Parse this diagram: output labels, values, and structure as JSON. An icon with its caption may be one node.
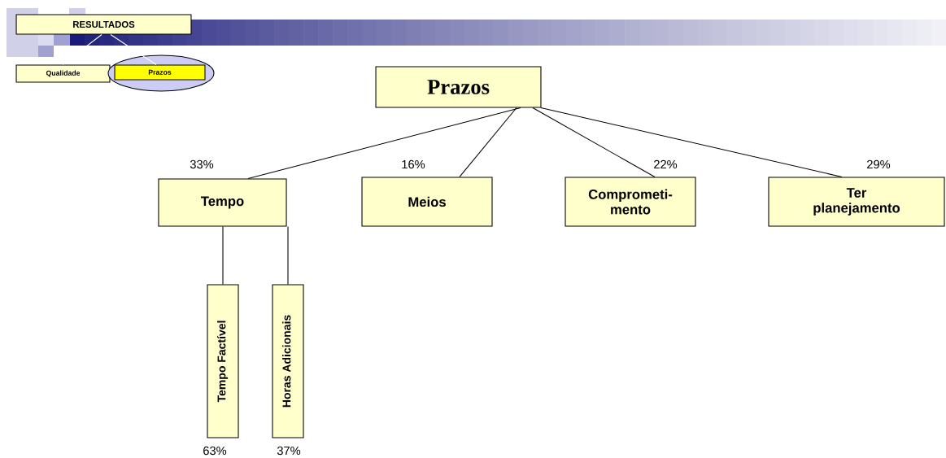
{
  "diagram": {
    "nodes": [
      {
        "text": [
          "RESULTADOS"
        ]
      },
      {
        "text": [
          "Qualidade"
        ]
      },
      {
        "text": [],
        "shape": "ellipse"
      },
      {
        "text": [
          "Prazos"
        ],
        "in": 2
      },
      {
        "text": [
          "Prazos"
        ]
      },
      {
        "text": [
          "Tempo"
        ],
        "beside": [
          "33%"
        ]
      },
      {
        "text": [
          "Meios"
        ],
        "beside": [
          "16%"
        ]
      },
      {
        "text": [
          "Comprometi- mento"
        ],
        "beside": [
          "22%"
        ]
      },
      {
        "text": [
          "Ter planejamento"
        ],
        "beside": [
          "29%"
        ]
      },
      {
        "text": [
          "Tempo Factível"
        ],
        "beside": [
          "63%"
        ]
      },
      {
        "text": [
          "Horas Adicionais"
        ],
        "beside": [
          "37%"
        ]
      }
    ],
    "edges": [
      {
        "from": 0,
        "to": 1,
        "arrow": "none",
        "color": "#ffffff"
      },
      {
        "from": 0,
        "to": 3,
        "arrow": "none",
        "color": "#ffffff"
      },
      {
        "from": 4,
        "to": 5,
        "arrow": "none"
      },
      {
        "from": 4,
        "to": 6,
        "arrow": "none"
      },
      {
        "from": 4,
        "to": 7,
        "arrow": "none"
      },
      {
        "from": 4,
        "to": 8,
        "arrow": "none"
      },
      {
        "from": 5,
        "to": 9,
        "arrow": "none"
      },
      {
        "from": 5,
        "to": 10,
        "arrow": "none"
      }
    ]
  }
}
